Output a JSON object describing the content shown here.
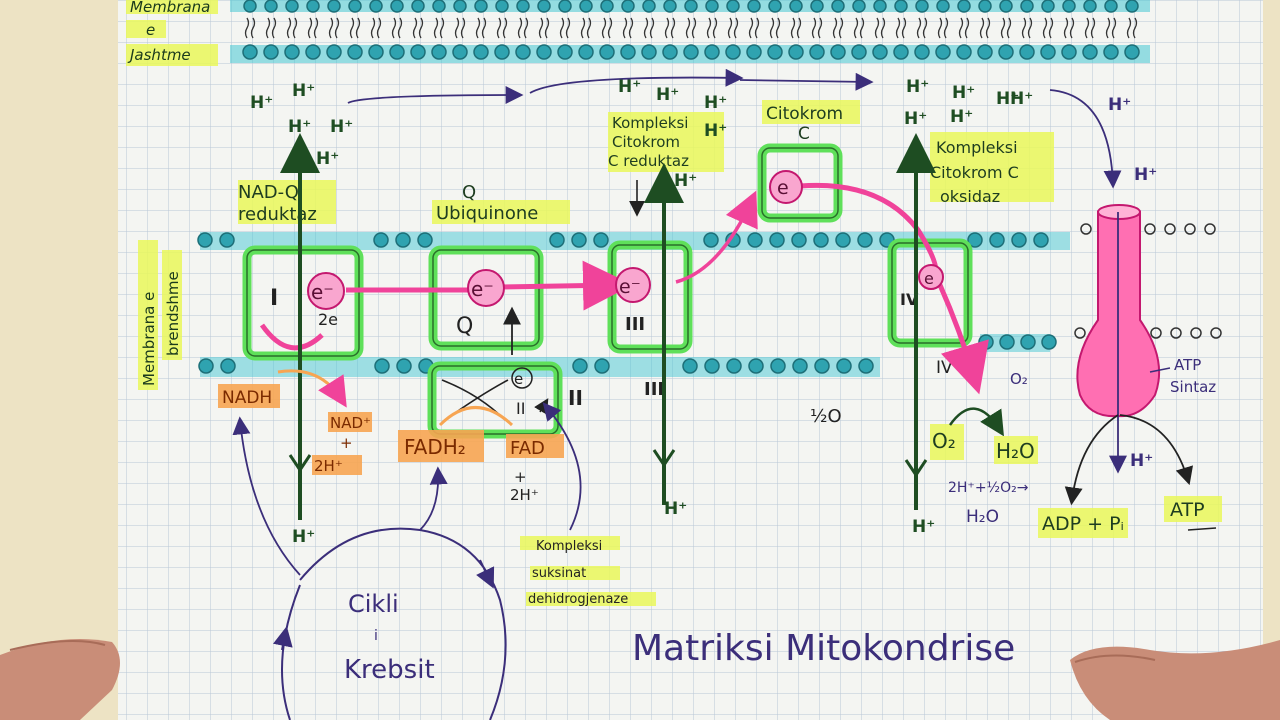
{
  "colors": {
    "paper": "#f4f5f2",
    "grid": "#b9c6d6",
    "membrane_head": "#2fa3b0",
    "membrane_highlight": "#46c7d3",
    "complex_box": "#5fe05a",
    "highlighter_yellow": "#e9f75a",
    "highlighter_orange": "#f7a552",
    "electron_pink": "#f0439a",
    "proton_green": "#1e4d22",
    "pen_purple": "#3b2e7a"
  },
  "labels": {
    "outer_membrane_line1": "Membrana",
    "outer_membrane_line2": "e",
    "outer_membrane_line3": "Jashtme",
    "inner_membrane_line1": "Membrana e",
    "inner_membrane_line2": "brendshme",
    "complex1_title_line1": "NAD-Q",
    "complex1_title_line2": "reduktaz",
    "complex1_roman": "I",
    "two_e": "2e",
    "ubiquinone_line1": "Q",
    "ubiquinone_line2": "Ubiquinone",
    "q_label": "Q",
    "complex2_roman": "II",
    "complex3_title_line1": "Kompleksi",
    "complex3_title_line2": "Citokrom",
    "complex3_title_line3": "C reduktaz",
    "complex3_roman": "III",
    "cytc_line1": "Citokrom",
    "cytc_line2": "C",
    "complex4_title_line1": "Kompleksi",
    "complex4_title_line2": "Citokrom C",
    "complex4_title_line3": "oksidaz",
    "complex4_roman": "IV",
    "complex4_roman_below": "IV",
    "electron": "e⁻",
    "electron_short": "e",
    "nadh": "NADH",
    "nad_plus": "NAD⁺",
    "plus": "+",
    "two_h_plus": "2H⁺",
    "fadh2": "FADH₂",
    "fad": "FAD",
    "half_o": "½O",
    "o2": "O₂",
    "o2_left": "O₂",
    "h2o": "H₂O",
    "water_equation_line1": "2H⁺+½O₂→",
    "water_equation_line2": "H₂O",
    "atp_synthase_line1": "ATP",
    "atp_synthase_line2": "Sintaz",
    "adp_pi": "ADP + Pᵢ",
    "atp": "ATP",
    "sdh_line1": "Kompleksi",
    "sdh_line2": "suksinat",
    "sdh_line3": "dehidrogjenaze",
    "krebs_line1": "Cikli",
    "krebs_line2": "i",
    "krebs_line3": "Krebsit",
    "matrix": "Matriksi Mitokondrise",
    "h_plus": "H⁺"
  }
}
